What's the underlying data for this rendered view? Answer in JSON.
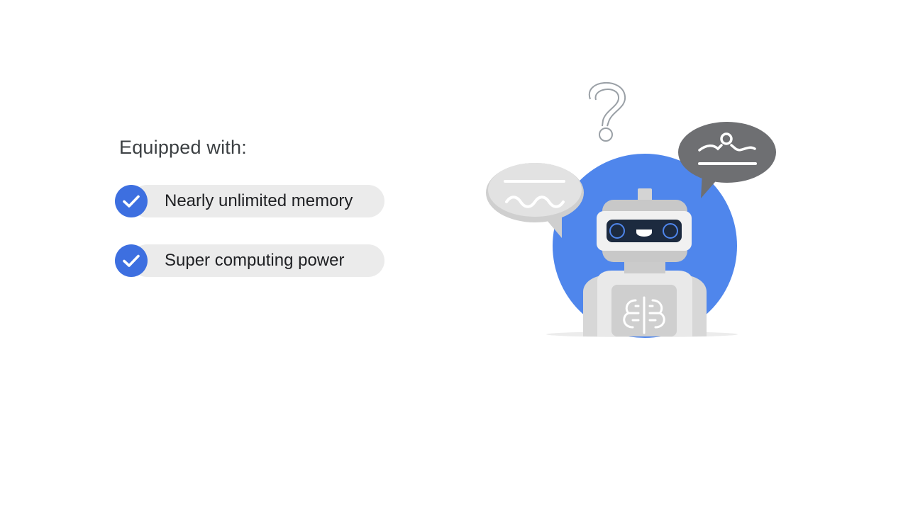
{
  "heading": "Equipped with:",
  "features": [
    {
      "label": "Nearly unlimited memory",
      "icon": "checkmark-icon"
    },
    {
      "label": "Super computing power",
      "icon": "checkmark-icon"
    }
  ],
  "illustration": {
    "subject": "robot-illustration",
    "icons": [
      "question-mark-icon",
      "speech-bubble-icon",
      "speech-bubble-icon",
      "brain-icon"
    ]
  },
  "colors": {
    "accent": "#3d6fe0",
    "circle": "#4f86ec",
    "pill": "#ebebeb",
    "bubble_dark": "#6e6f72",
    "bubble_light": "#d9d9d9",
    "robot_light": "#e8e8e8",
    "robot_mid": "#cfcfcf",
    "visor": "#1c2a3f"
  }
}
